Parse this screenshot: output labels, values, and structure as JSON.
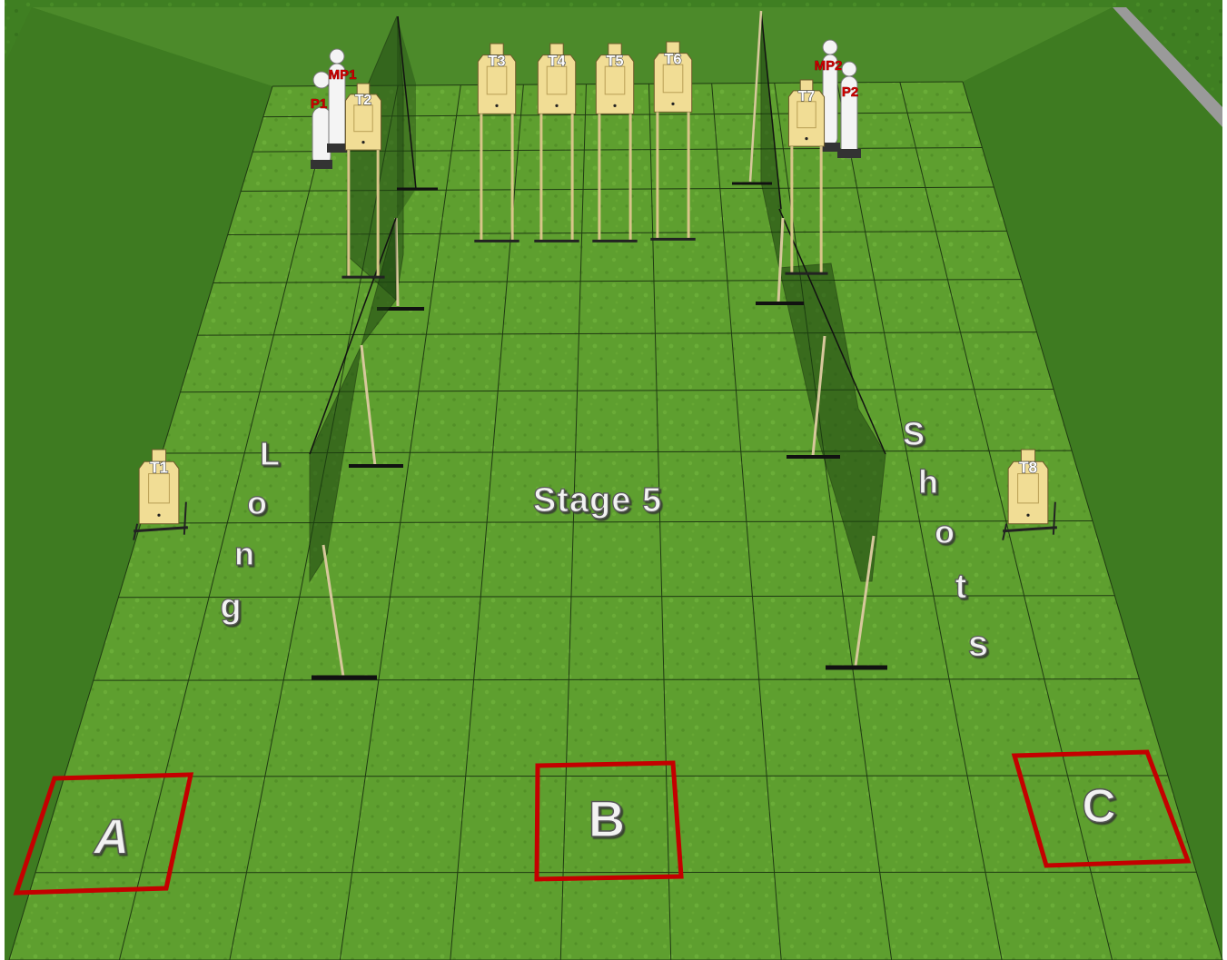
{
  "stage_title": "Stage 5",
  "side_text": {
    "left_word": "Long",
    "right_word": "Shots",
    "left_letters": [
      "L",
      "o",
      "n",
      "g"
    ],
    "right_letters": [
      "S",
      "h",
      "o",
      "t",
      "s"
    ]
  },
  "shooting_boxes": [
    {
      "label": "A"
    },
    {
      "label": "B"
    },
    {
      "label": "C"
    }
  ],
  "targets": [
    "T1",
    "T2",
    "T3",
    "T4",
    "T5",
    "T6",
    "T7",
    "T8"
  ],
  "poppers": [
    "P1",
    "MP1",
    "MP2",
    "P2"
  ],
  "colors": {
    "grass": "#5c9e2e",
    "berm": "#3f7d22",
    "box_outline": "#d40000",
    "target_tan": "#f1dd95",
    "popper_white": "#f4f4f4",
    "wall": "#1c3d14"
  }
}
